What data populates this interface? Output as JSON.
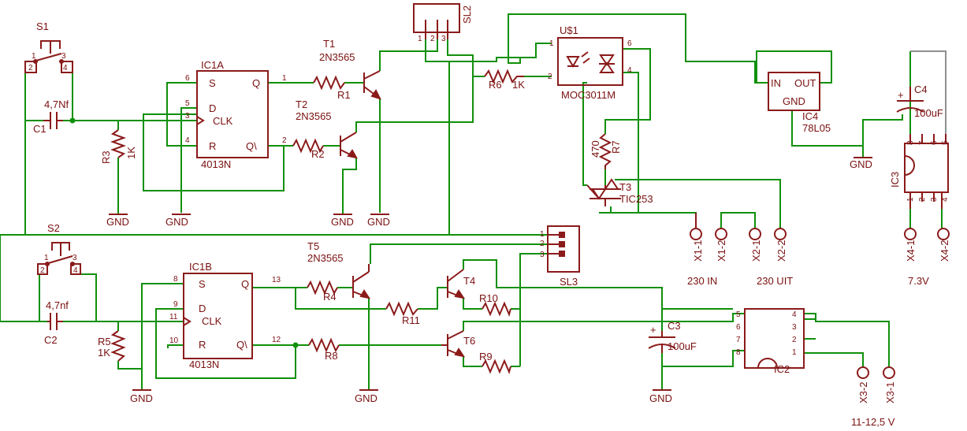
{
  "colors": {
    "wire": "#10900a",
    "component": "#8b1a1a",
    "text": "#7a1010",
    "jumper": "#909090",
    "background": "#ffffff"
  },
  "switches": {
    "s1": "S1",
    "s2": "S2"
  },
  "pins": {
    "p1": "1",
    "p2": "2",
    "p3": "3",
    "p4": "4",
    "p5": "5",
    "p6": "6",
    "p7": "7",
    "p8": "8",
    "p9": "9",
    "p10": "10",
    "p11": "11",
    "p12": "12",
    "p13": "13"
  },
  "capacitors": {
    "c1": {
      "name": "C1",
      "value": "4,7Nf"
    },
    "c2": {
      "name": "C2",
      "value": "4,7nf"
    },
    "c3": {
      "name": "C3",
      "value": "100uF"
    },
    "c4": {
      "name": "C4",
      "value": "100uF"
    },
    "plus": "+"
  },
  "resistors": {
    "r1": "R1",
    "r2": "R2",
    "r3": "R3",
    "r3_value": "1K",
    "r4": "R4",
    "r5": "R5",
    "r5_value": "1K",
    "r6": "R6",
    "r6_value": "1K",
    "r7": "R7",
    "r7_value": "470",
    "r8": "R8",
    "r9": "R9",
    "r10": "R10",
    "r11": "R11"
  },
  "flipflops": {
    "ic1a": {
      "name": "IC1A",
      "part": "4013N",
      "s": "S",
      "d": "D",
      "clk": "CLK",
      "r": "R",
      "q": "Q",
      "qbar": "Q\\"
    },
    "ic1b": {
      "name": "IC1B",
      "part": "4013N",
      "s": "S",
      "d": "D",
      "clk": "CLK",
      "r": "R",
      "q": "Q",
      "qbar": "Q\\"
    }
  },
  "transistors": {
    "t1": {
      "name": "T1",
      "part": "2N3565"
    },
    "t2": {
      "name": "T2",
      "part": "2N3565"
    },
    "t3": {
      "name": "T3",
      "part": "TIC253"
    },
    "t4": "T4",
    "t5": {
      "name": "T5",
      "part": "2N3565"
    },
    "t6": "T6"
  },
  "optocoupler": {
    "name": "U$1",
    "part": "MOC3011M"
  },
  "regulator": {
    "name": "IC4",
    "part": "78L05",
    "in": "IN",
    "out": "OUT",
    "gnd": "GND"
  },
  "ics": {
    "ic2": "IC2",
    "ic3": "IC3"
  },
  "connectors": {
    "sl2": "SL2",
    "sl3": "SL3"
  },
  "terminals": {
    "x1_1": "X1-1",
    "x1_2": "X1-2",
    "x2_1": "X2-1",
    "x2_2": "X2-2",
    "x3_1": "X3-1",
    "x3_2": "X3-2",
    "x4_1": "X4-1",
    "x4_2": "X4-2"
  },
  "gnd": "GND",
  "notes": {
    "in230": "230 IN",
    "out230": "230 UIT",
    "v73": "7.3V",
    "v11": "11-12,5 V"
  }
}
